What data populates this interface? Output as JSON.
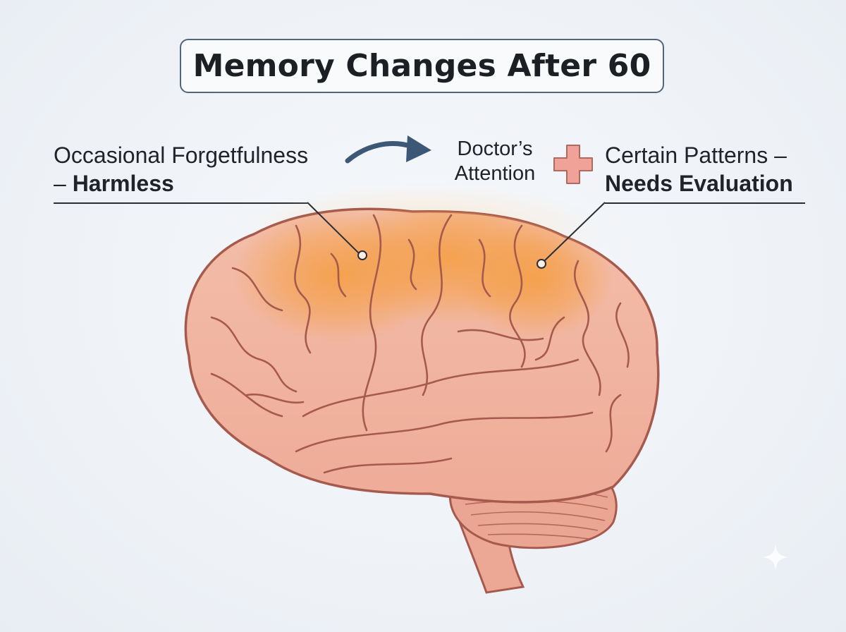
{
  "title": "Memory Changes After 60",
  "left_callout": {
    "line1": "Occasional Forgetfulness",
    "dash": "– ",
    "emphasis": "Harmless"
  },
  "middle_callout": {
    "line1": "Doctor’s",
    "line2": "Attention"
  },
  "right_callout": {
    "line1": "Certain Patterns –",
    "emphasis": "Needs Evaluation"
  },
  "icons": [
    "curved-arrow-icon",
    "plus-icon",
    "sparkle-icon"
  ],
  "colors": {
    "brain_fill": "#f1b7a3",
    "brain_outline": "#a65a4d",
    "highlight": "#f5a04a",
    "plus": "#ef9d94",
    "arrow": "#3d5876",
    "frame": "#53657a"
  }
}
